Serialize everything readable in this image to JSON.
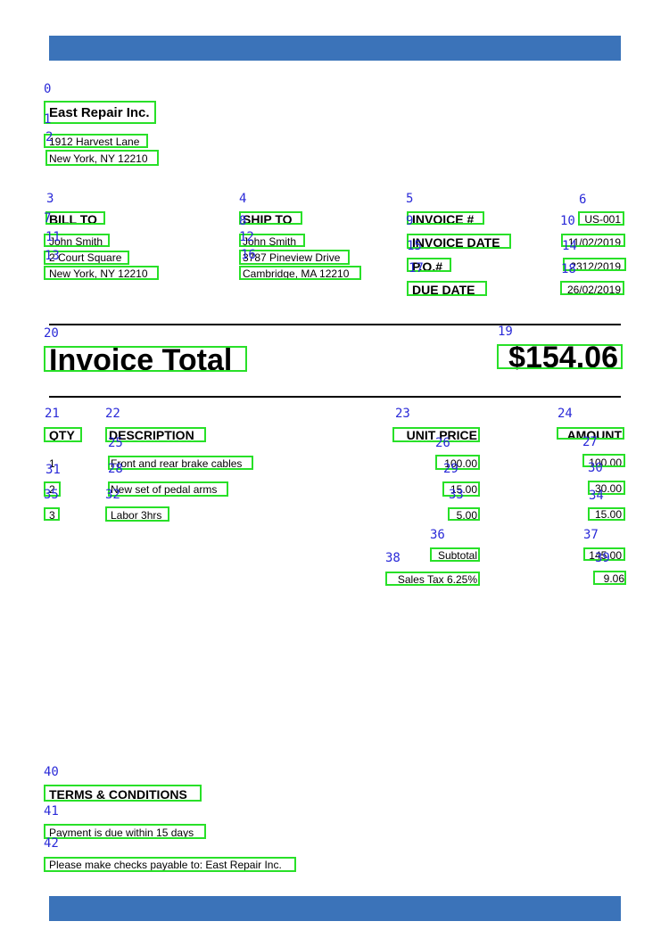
{
  "theme": {
    "band_color": "#3b73b9",
    "box_color": "#28e028",
    "index_color": "#2a2ad8"
  },
  "seller": {
    "name": "East Repair Inc.",
    "address_line1": "1912 Harvest Lane",
    "address_line2": "New York, NY 12210"
  },
  "bill_to": {
    "heading": "BILL TO",
    "name": "John Smith",
    "address_line1": "2 Court Square",
    "address_line2": "New York, NY 12210"
  },
  "ship_to": {
    "heading": "SHIP TO",
    "name": "John Smith",
    "address_line1": "3787 Pineview Drive",
    "address_line2": "Cambridge, MA 12210"
  },
  "meta": {
    "invoice_no_label": "INVOICE #",
    "invoice_no": "US-001",
    "invoice_date_label": "INVOICE DATE",
    "invoice_date": "11/02/2019",
    "po_label": "P.O.#",
    "po": "2312/2019",
    "due_date_label": "DUE DATE",
    "due_date": "26/02/2019"
  },
  "total": {
    "label": "Invoice Total",
    "value": "$154.06"
  },
  "table": {
    "headers": {
      "qty": "QTY",
      "description": "DESCRIPTION",
      "unit_price": "UNIT PRICE",
      "amount": "AMOUNT"
    },
    "rows": [
      {
        "qty": "1",
        "description": "Front and rear brake cables",
        "unit_price": "100.00",
        "amount": "100.00"
      },
      {
        "qty": "2",
        "description": "New set of pedal arms",
        "unit_price": "15.00",
        "amount": "30.00"
      },
      {
        "qty": "3",
        "description": "Labor 3hrs",
        "unit_price": "5.00",
        "amount": "15.00"
      }
    ]
  },
  "summary": {
    "subtotal_label": "Subtotal",
    "subtotal": "145.00",
    "tax_label": "Sales Tax 6.25%",
    "tax": "9.06"
  },
  "terms": {
    "heading": "TERMS & CONDITIONS",
    "line1": "Payment is due within 15 days",
    "line2": "Please make checks payable to: East Repair Inc."
  },
  "box_labels": [
    "0",
    "1",
    "2",
    "3",
    "4",
    "5",
    "6",
    "7",
    "8",
    "9",
    "10",
    "11",
    "12",
    "13",
    "14",
    "15",
    "16",
    "17",
    "18",
    "19",
    "20",
    "21",
    "22",
    "23",
    "24",
    "25",
    "26",
    "27",
    "28",
    "29",
    "30",
    "31",
    "32",
    "33",
    "34",
    "35",
    "36",
    "37",
    "38",
    "39",
    "40",
    "41",
    "42"
  ]
}
